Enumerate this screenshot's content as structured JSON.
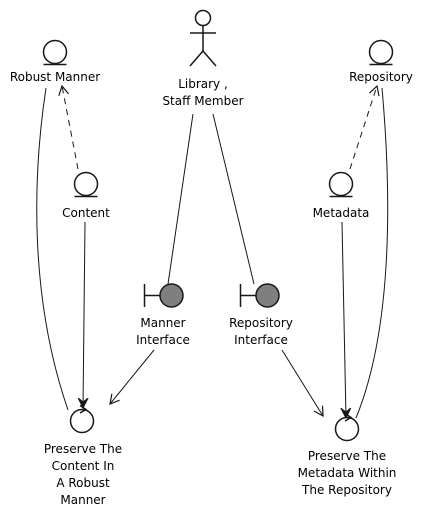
{
  "colors": {
    "stroke": "#181818",
    "fill": "#ffffff",
    "boundary_fill": "#7f7f7f",
    "edge": "#181818",
    "shadow": "#d6d6d6",
    "text": "#000000"
  },
  "actor": {
    "name_line1": "Library ,",
    "name_line2": "Staff Member"
  },
  "entities": {
    "robust_manner": "Robust Manner",
    "content": "Content",
    "repository": "Repository",
    "metadata": "Metadata"
  },
  "boundaries": {
    "manner_interface": {
      "line1": "Manner",
      "line2": "Interface"
    },
    "repository_interface": {
      "line1": "Repository",
      "line2": "Interface"
    }
  },
  "controls": {
    "preserve_content": {
      "line1": "Preserve The",
      "line2": "Content In",
      "line3": "A Robust",
      "line4": "Manner"
    },
    "preserve_metadata": {
      "line1": "Preserve The",
      "line2": "Metadata Within",
      "line3": "The Repository"
    }
  },
  "icons": {
    "actor": "stick-figure-actor-icon",
    "entity": "entity-icon",
    "boundary": "boundary-icon",
    "control": "control-icon"
  }
}
